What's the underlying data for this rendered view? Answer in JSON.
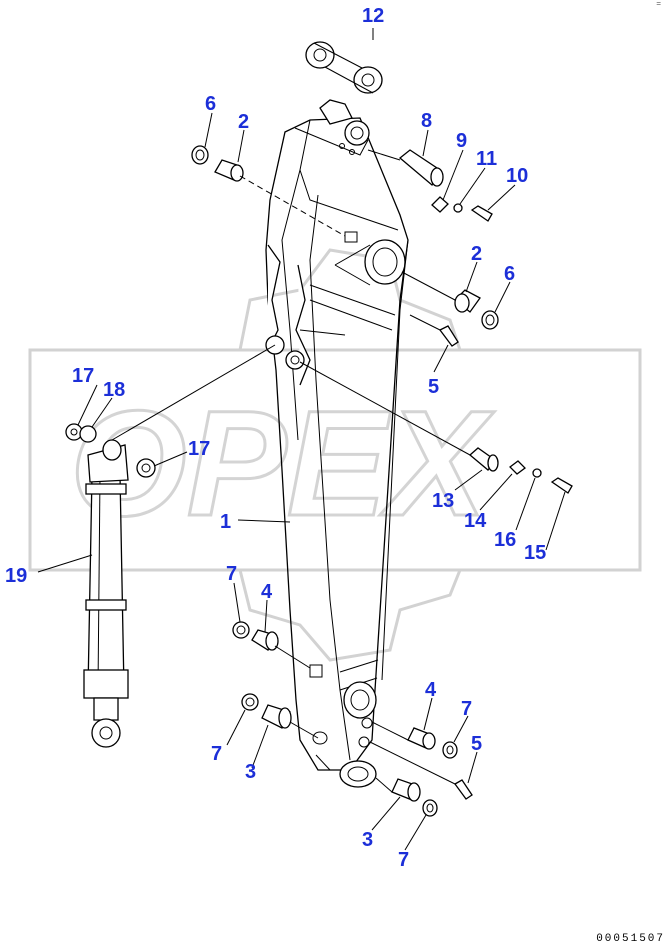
{
  "diagram": {
    "drawing_code": "00051507",
    "corner_mark": "=",
    "watermark": "OPEX",
    "callouts": [
      "1",
      "2",
      "2",
      "3",
      "3",
      "4",
      "4",
      "5",
      "5",
      "6",
      "6",
      "7",
      "7",
      "7",
      "7",
      "8",
      "9",
      "10",
      "11",
      "12",
      "13",
      "14",
      "15",
      "16",
      "17",
      "17",
      "18",
      "19"
    ],
    "colors": {
      "callout": "#1c2fd8",
      "line": "#000000",
      "watermark": "#d2d2d2"
    }
  }
}
